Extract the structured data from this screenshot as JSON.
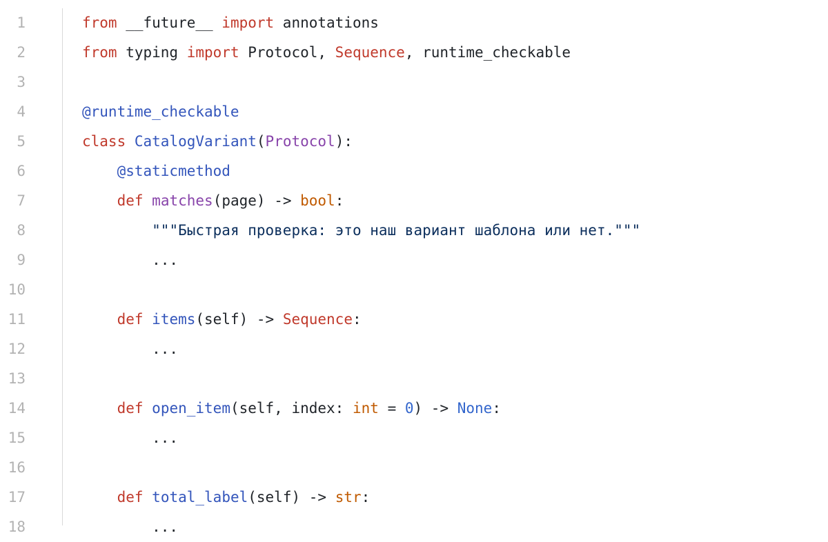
{
  "colors": {
    "background": "#ffffff",
    "line_number": "#b2b2b2",
    "gutter_rule": "#d9d9d9",
    "keyword": "#c0392b",
    "decorator": "#3355bb",
    "class_name": "#8844aa",
    "function_name": "#3355bb",
    "builtin_type": "#c05a00",
    "number": "#3366cc",
    "string": "#0b2e5c",
    "plain": "#1f2328"
  },
  "lines": [
    {
      "n": "1",
      "tokens": [
        {
          "t": "from",
          "k": "kw"
        },
        {
          "t": " __future__ ",
          "k": "txt"
        },
        {
          "t": "import",
          "k": "kw"
        },
        {
          "t": " annotations",
          "k": "txt"
        }
      ]
    },
    {
      "n": "2",
      "tokens": [
        {
          "t": "from",
          "k": "kw"
        },
        {
          "t": " typing ",
          "k": "txt"
        },
        {
          "t": "import",
          "k": "kw"
        },
        {
          "t": " Protocol, ",
          "k": "txt"
        },
        {
          "t": "Sequence",
          "k": "kw"
        },
        {
          "t": ", runtime_checkable",
          "k": "txt"
        }
      ]
    },
    {
      "n": "3",
      "tokens": []
    },
    {
      "n": "4",
      "tokens": [
        {
          "t": "@runtime_checkable",
          "k": "dec"
        }
      ]
    },
    {
      "n": "5",
      "tokens": [
        {
          "t": "class",
          "k": "kw"
        },
        {
          "t": " ",
          "k": "txt"
        },
        {
          "t": "CatalogVariant",
          "k": "fn"
        },
        {
          "t": "(",
          "k": "txt"
        },
        {
          "t": "Protocol",
          "k": "cls"
        },
        {
          "t": "):",
          "k": "txt"
        }
      ]
    },
    {
      "n": "6",
      "tokens": [
        {
          "t": "    ",
          "k": "txt"
        },
        {
          "t": "@staticmethod",
          "k": "dec"
        }
      ]
    },
    {
      "n": "7",
      "tokens": [
        {
          "t": "    ",
          "k": "txt"
        },
        {
          "t": "def",
          "k": "kw"
        },
        {
          "t": " ",
          "k": "txt"
        },
        {
          "t": "matches",
          "k": "cls"
        },
        {
          "t": "(page) -> ",
          "k": "txt"
        },
        {
          "t": "bool",
          "k": "type"
        },
        {
          "t": ":",
          "k": "txt"
        }
      ]
    },
    {
      "n": "8",
      "tokens": [
        {
          "t": "        ",
          "k": "txt"
        },
        {
          "t": "\"\"\"Быстрая проверка: это наш вариант шаблона или нет.\"\"\"",
          "k": "str"
        }
      ]
    },
    {
      "n": "9",
      "tokens": [
        {
          "t": "        ...",
          "k": "txt"
        }
      ]
    },
    {
      "n": "10",
      "tokens": []
    },
    {
      "n": "11",
      "tokens": [
        {
          "t": "    ",
          "k": "txt"
        },
        {
          "t": "def",
          "k": "kw"
        },
        {
          "t": " ",
          "k": "txt"
        },
        {
          "t": "items",
          "k": "fn"
        },
        {
          "t": "(self) -> ",
          "k": "txt"
        },
        {
          "t": "Sequence",
          "k": "kw"
        },
        {
          "t": ":",
          "k": "txt"
        }
      ]
    },
    {
      "n": "12",
      "tokens": [
        {
          "t": "        ...",
          "k": "txt"
        }
      ]
    },
    {
      "n": "13",
      "tokens": []
    },
    {
      "n": "14",
      "tokens": [
        {
          "t": "    ",
          "k": "txt"
        },
        {
          "t": "def",
          "k": "kw"
        },
        {
          "t": " ",
          "k": "txt"
        },
        {
          "t": "open_item",
          "k": "fn"
        },
        {
          "t": "(self, index: ",
          "k": "txt"
        },
        {
          "t": "int",
          "k": "type"
        },
        {
          "t": " = ",
          "k": "txt"
        },
        {
          "t": "0",
          "k": "num"
        },
        {
          "t": ") -> ",
          "k": "txt"
        },
        {
          "t": "None",
          "k": "num"
        },
        {
          "t": ":",
          "k": "txt"
        }
      ]
    },
    {
      "n": "15",
      "tokens": [
        {
          "t": "        ...",
          "k": "txt"
        }
      ]
    },
    {
      "n": "16",
      "tokens": []
    },
    {
      "n": "17",
      "tokens": [
        {
          "t": "    ",
          "k": "txt"
        },
        {
          "t": "def",
          "k": "kw"
        },
        {
          "t": " ",
          "k": "txt"
        },
        {
          "t": "total_label",
          "k": "fn"
        },
        {
          "t": "(self) -> ",
          "k": "txt"
        },
        {
          "t": "str",
          "k": "type"
        },
        {
          "t": ":",
          "k": "txt"
        }
      ]
    },
    {
      "n": "18",
      "tokens": [
        {
          "t": "        ...",
          "k": "txt"
        }
      ]
    }
  ]
}
